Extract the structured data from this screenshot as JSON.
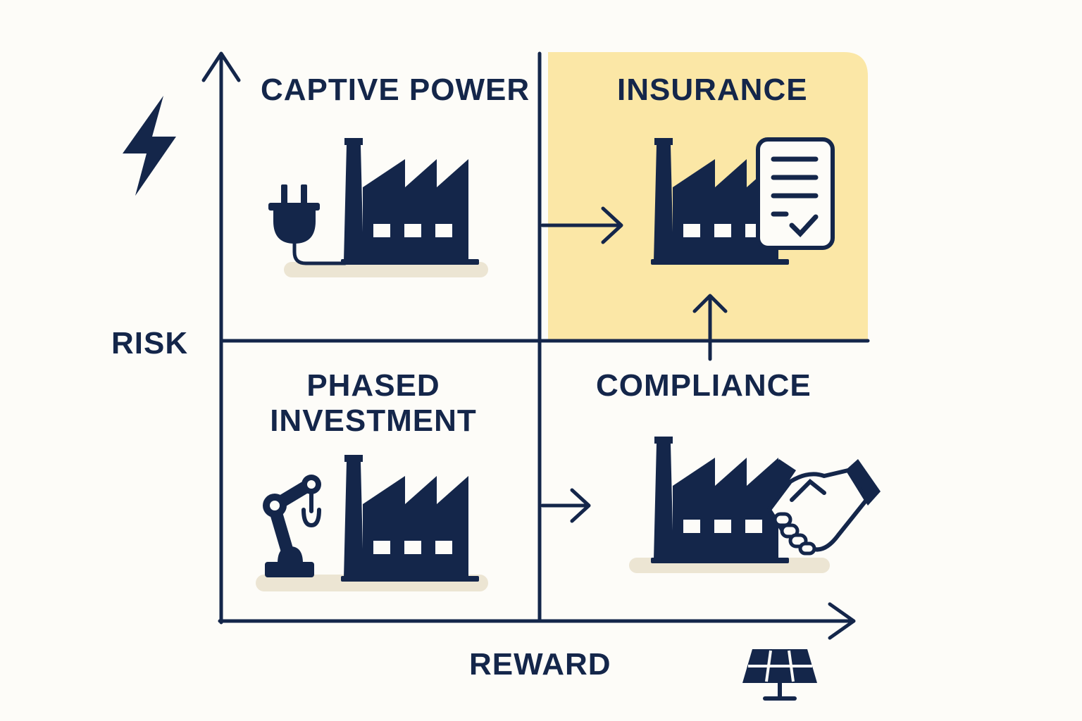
{
  "axes": {
    "y_label": "RISK",
    "x_label": "REWARD"
  },
  "quadrants": {
    "top_left": {
      "title": "CAPTIVE POWER"
    },
    "top_right": {
      "title": "INSURANCE",
      "highlighted": true
    },
    "bottom_left": {
      "title_line1": "PHASED",
      "title_line2": "INVESTMENT"
    },
    "bottom_right": {
      "title": "COMPLIANCE"
    }
  },
  "icons": {
    "top_left": [
      "plug-icon",
      "factory-icon"
    ],
    "top_right": [
      "factory-icon",
      "policy-document-icon"
    ],
    "bottom_left": [
      "robot-arm-icon",
      "factory-icon"
    ],
    "bottom_right": [
      "factory-icon",
      "handshake-icon"
    ],
    "y_axis": "lightning-icon",
    "x_axis": "solar-panel-icon"
  },
  "colors": {
    "ink": "#14264a",
    "highlight": "#fbe7a6",
    "background": "#fdfcf8",
    "shadow": "#ece5d3"
  }
}
